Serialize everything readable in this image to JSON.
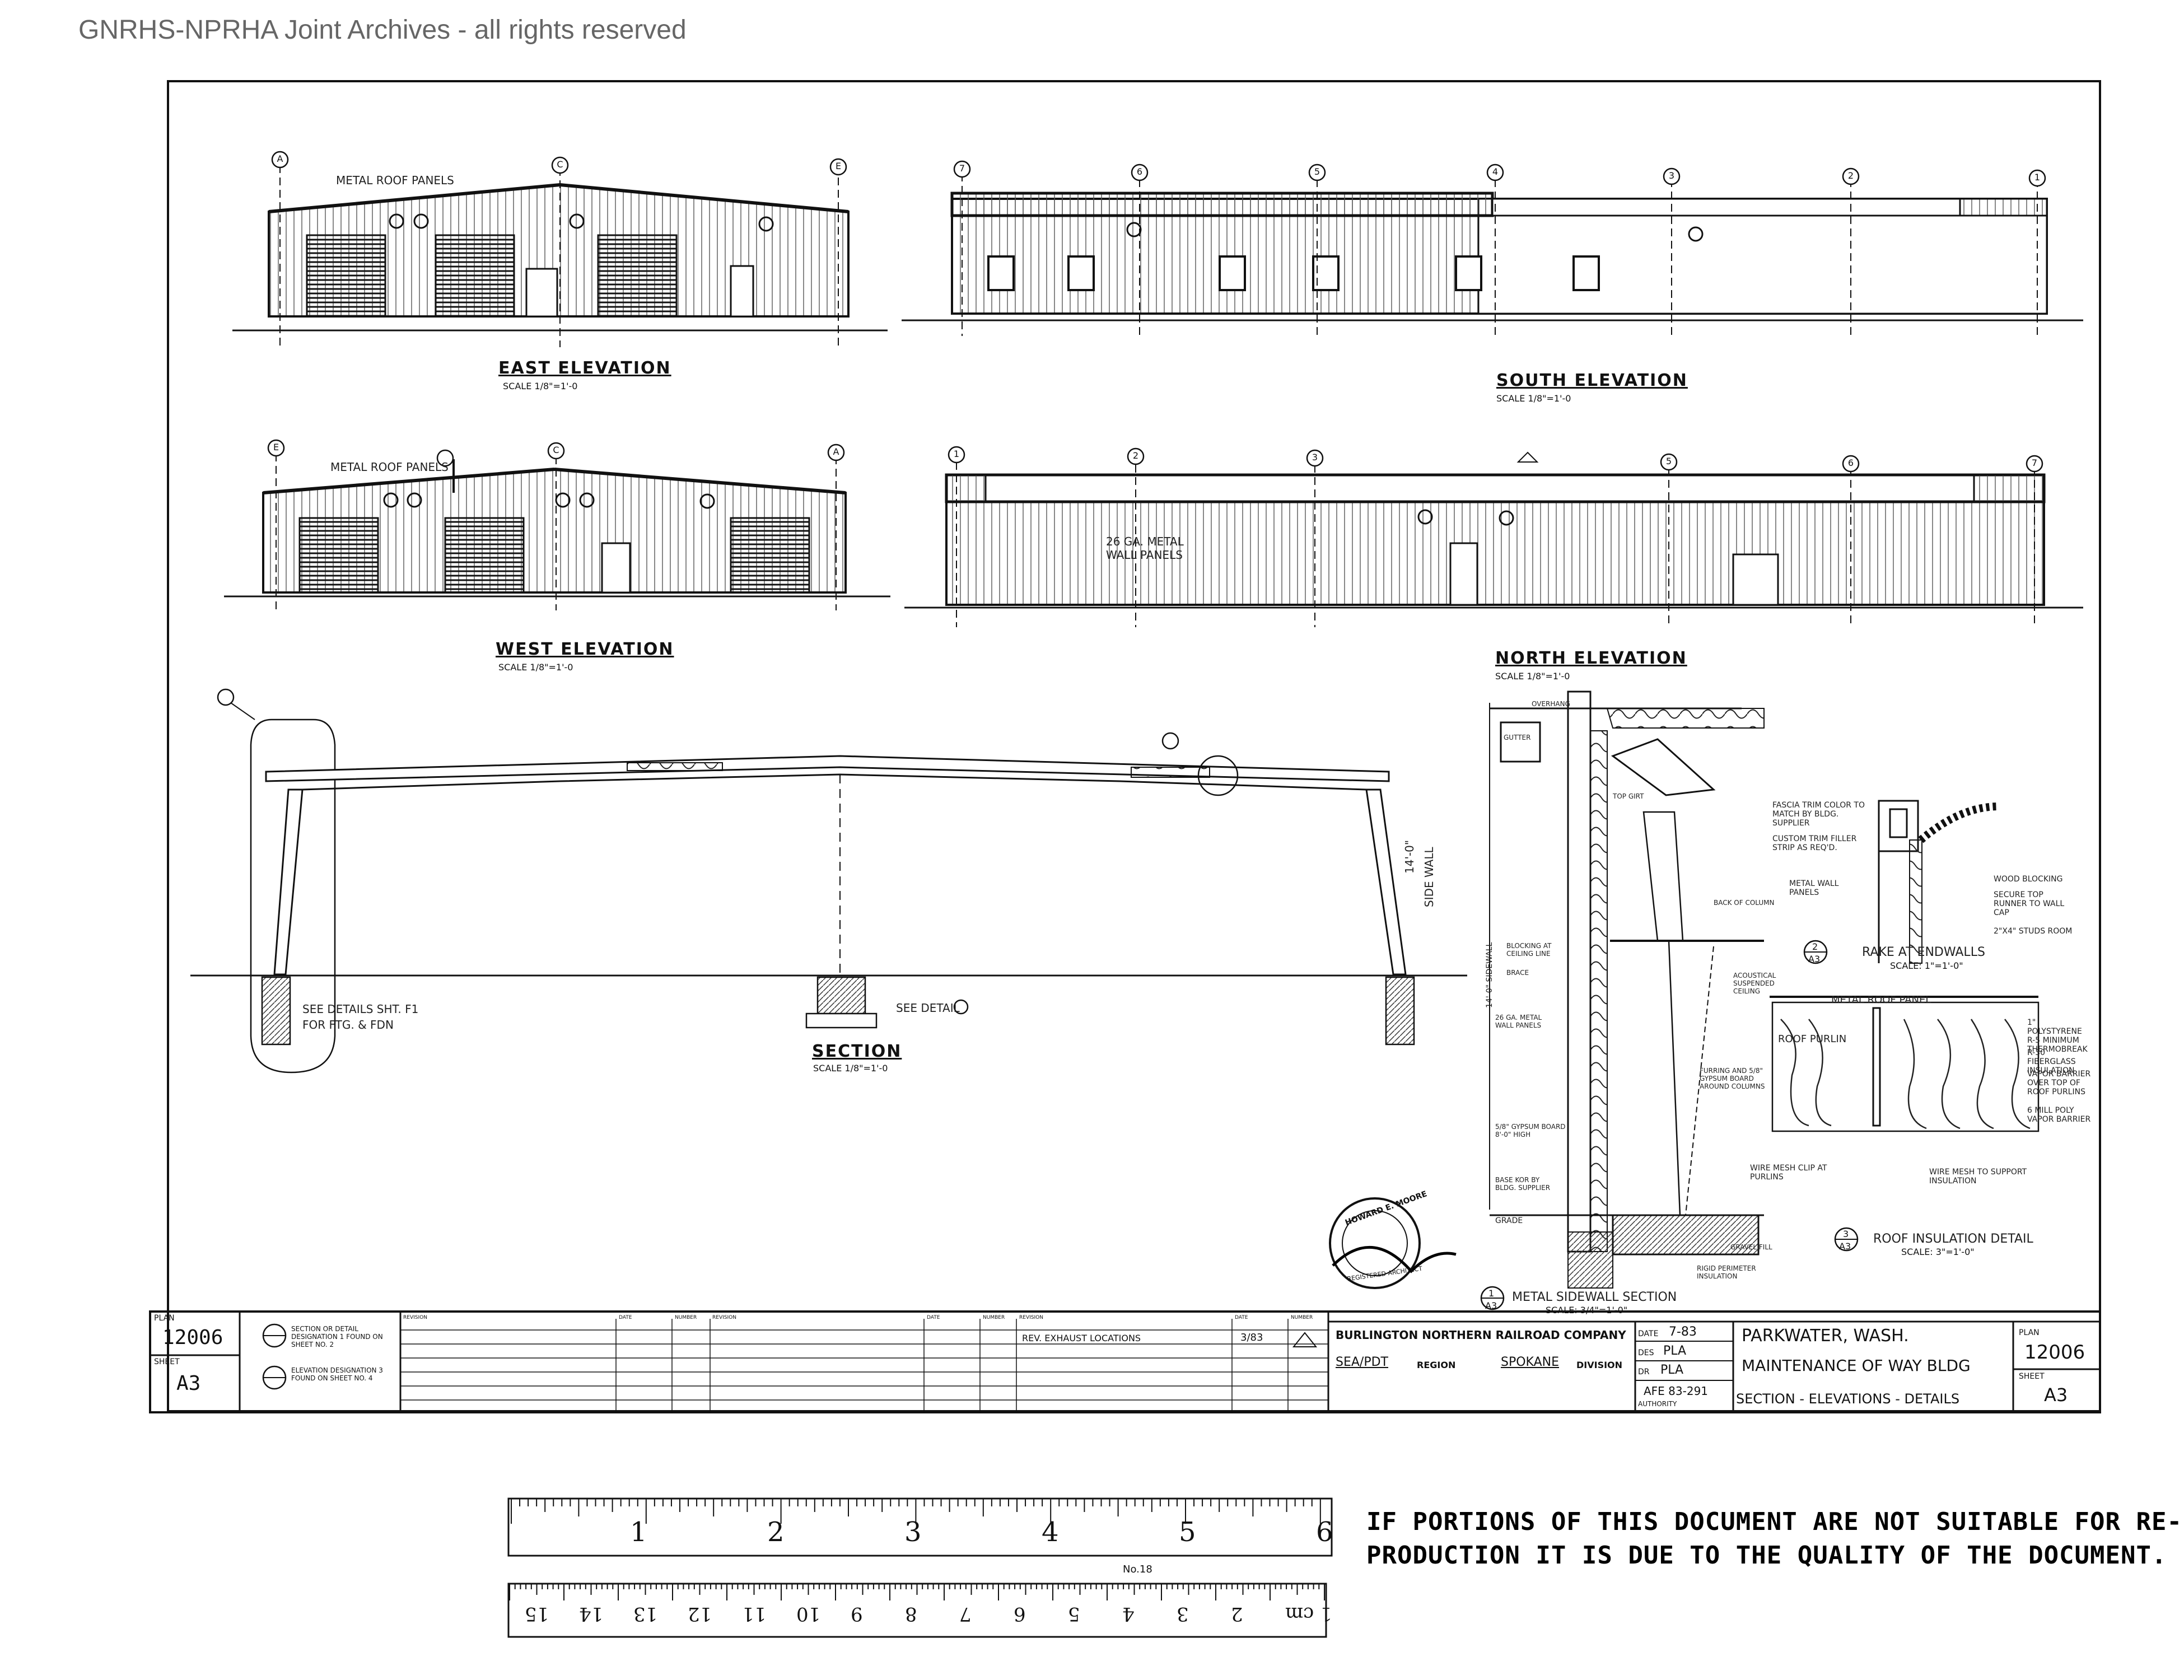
{
  "watermark": "GNRHS-NPRHA Joint Archives - all rights reserved",
  "views": {
    "east": {
      "title": "EAST ELEVATION",
      "scale": "SCALE 1/8\"=1'-0",
      "roof_label": "METAL ROOF PANELS",
      "grid": [
        "A",
        "C",
        "E"
      ]
    },
    "south": {
      "title": "SOUTH ELEVATION",
      "scale": "SCALE 1/8\"=1'-0",
      "grid": [
        "7",
        "6",
        "5",
        "4",
        "3",
        "2",
        "1"
      ]
    },
    "west": {
      "title": "WEST ELEVATION",
      "scale": "SCALE 1/8\"=1'-0",
      "roof_label": "METAL ROOF PANELS",
      "grid": [
        "E",
        "C",
        "A"
      ]
    },
    "north": {
      "title": "NORTH ELEVATION",
      "scale": "SCALE 1/8\"=1'-0",
      "grid": [
        "1",
        "2",
        "3",
        "5",
        "6",
        "7"
      ],
      "wall_label": "26 GA. METAL WALL PANELS"
    },
    "section": {
      "title": "SECTION",
      "scale": "SCALE 1/8\"=1'-0",
      "note1": "SEE DETAILS SHT. F1",
      "note2": "FOR FTG. & FDN",
      "note3": "SEE DETAIL",
      "height": "14'-0\"",
      "sidewall": "SIDE WALL"
    }
  },
  "details": {
    "sidewall": {
      "num": "1",
      "sheet": "A3",
      "title": "METAL SIDEWALL SECTION",
      "scale": "SCALE: 3/4\"=1'-0\""
    },
    "rake": {
      "num": "2",
      "sheet": "A3",
      "title": "RAKE AT ENDWALLS",
      "scale": "SCALE: 1\"=1'-0\""
    },
    "roof": {
      "num": "3",
      "sheet": "A3",
      "title": "ROOF INSULATION DETAIL",
      "scale": "SCALE: 3\"=1'-0\""
    },
    "notes": {
      "metal_roof_panel": "METAL ROOF PANEL",
      "roof_purlin": "ROOF PURLIN",
      "polystyrene": "1\" POLYSTYRENE R-5 MINIMUM THERMOBREAK",
      "fiberglass": "R-30 FIBERGLASS INSULATION",
      "vapor": "VAPOR BARRIER OVER TOP OF ROOF PURLINS",
      "mill_poly": "6 MILL POLY VAPOR BARRIER",
      "wire_clip": "WIRE MESH CLIP AT PURLINS",
      "wire_mesh": "WIRE MESH TO SUPPORT INSULATION",
      "fascia": "FASCIA TRIM COLOR TO MATCH BY BLDG. SUPPLIER",
      "custom_trim": "CUSTOM TRIM FILLER STRIP AS REQ'D.",
      "wood_blocking": "WOOD BLOCKING",
      "secure_top": "SECURE TOP RUNNER TO WALL CAP",
      "metal_wall": "METAL WALL PANELS",
      "studs": "2\"x4\" STUDS ROOM",
      "grade": "GRADE",
      "gravel": "GRAVEL FILL",
      "rigid": "RIGID PERIMETER INSULATION",
      "top_girt": "TOP GIRT",
      "gutter": "GUTTER",
      "overhang": "OVERHANG",
      "brace": "BRACE",
      "blocking": "BLOCKING AT CEILING LINE",
      "acoustical": "ACOUSTICAL SUSPENDED CEILING",
      "back_column": "BACK OF COLUMN",
      "furring": "FURRING AND 5/8\" GYPSUM BOARD AROUND COLUMNS",
      "gyp": "5/8\" GYPSUM BOARD 8'-0\" HIGH",
      "base": "BASE KOR BY BLDG. SUPPLIER",
      "sidewall_h": "14'-0\" SIDEWALL",
      "metal_wall_26": "26 GA. METAL WALL PANELS"
    }
  },
  "stamp": {
    "name": "HOWARD E. MOORE",
    "text": "REGISTERED ARCHITECT"
  },
  "title_block": {
    "left_plan_label": "PLAN",
    "left_plan": "12006",
    "left_sheet_label": "SHEET",
    "left_sheet": "A3",
    "legend1": "SECTION OR DETAIL DESIGNATION 1 FOUND ON SHEET NO. 2",
    "legend2": "ELEVATION DESIGNATION 3 FOUND ON SHEET NO. 4",
    "revision_headers": [
      "REVISION",
      "DATE",
      "NUMBER",
      "REVISION",
      "DATE",
      "NUMBER",
      "REVISION",
      "DATE",
      "NUMBER"
    ],
    "revision_entry": "REV. EXHAUST LOCATIONS",
    "revision_date": "3/83",
    "company": "BURLINGTON NORTHERN RAILROAD COMPANY",
    "region_value": "SEA/PDT",
    "region_label": "REGION",
    "division_value": "SPOKANE",
    "division_label": "DIVISION",
    "date_label": "DATE",
    "date": "7-83",
    "des_label": "DES",
    "des": "PLA",
    "dr_label": "DR",
    "dr": "PLA",
    "afe": "AFE 83-291",
    "authority": "AUTHORITY",
    "project1": "PARKWATER, WASH.",
    "project2": "MAINTENANCE OF WAY BLDG",
    "project3": "SECTION - ELEVATIONS - DETAILS",
    "right_plan_label": "PLAN",
    "right_plan": "12006",
    "right_sheet_label": "SHEET",
    "right_sheet": "A3"
  },
  "ruler": {
    "inch": [
      "1",
      "2",
      "3",
      "4",
      "5",
      "6"
    ],
    "cm": [
      "1 cm",
      "2",
      "3",
      "4",
      "5",
      "6",
      "7",
      "8",
      "9",
      "10",
      "11",
      "12",
      "13",
      "14",
      "15"
    ],
    "brand": "No.18"
  },
  "notice": {
    "line1": "IF PORTIONS OF THIS DOCUMENT ARE NOT SUITABLE FOR RE-",
    "line2": "PRODUCTION IT IS DUE TO THE QUALITY OF THE DOCUMENT."
  }
}
